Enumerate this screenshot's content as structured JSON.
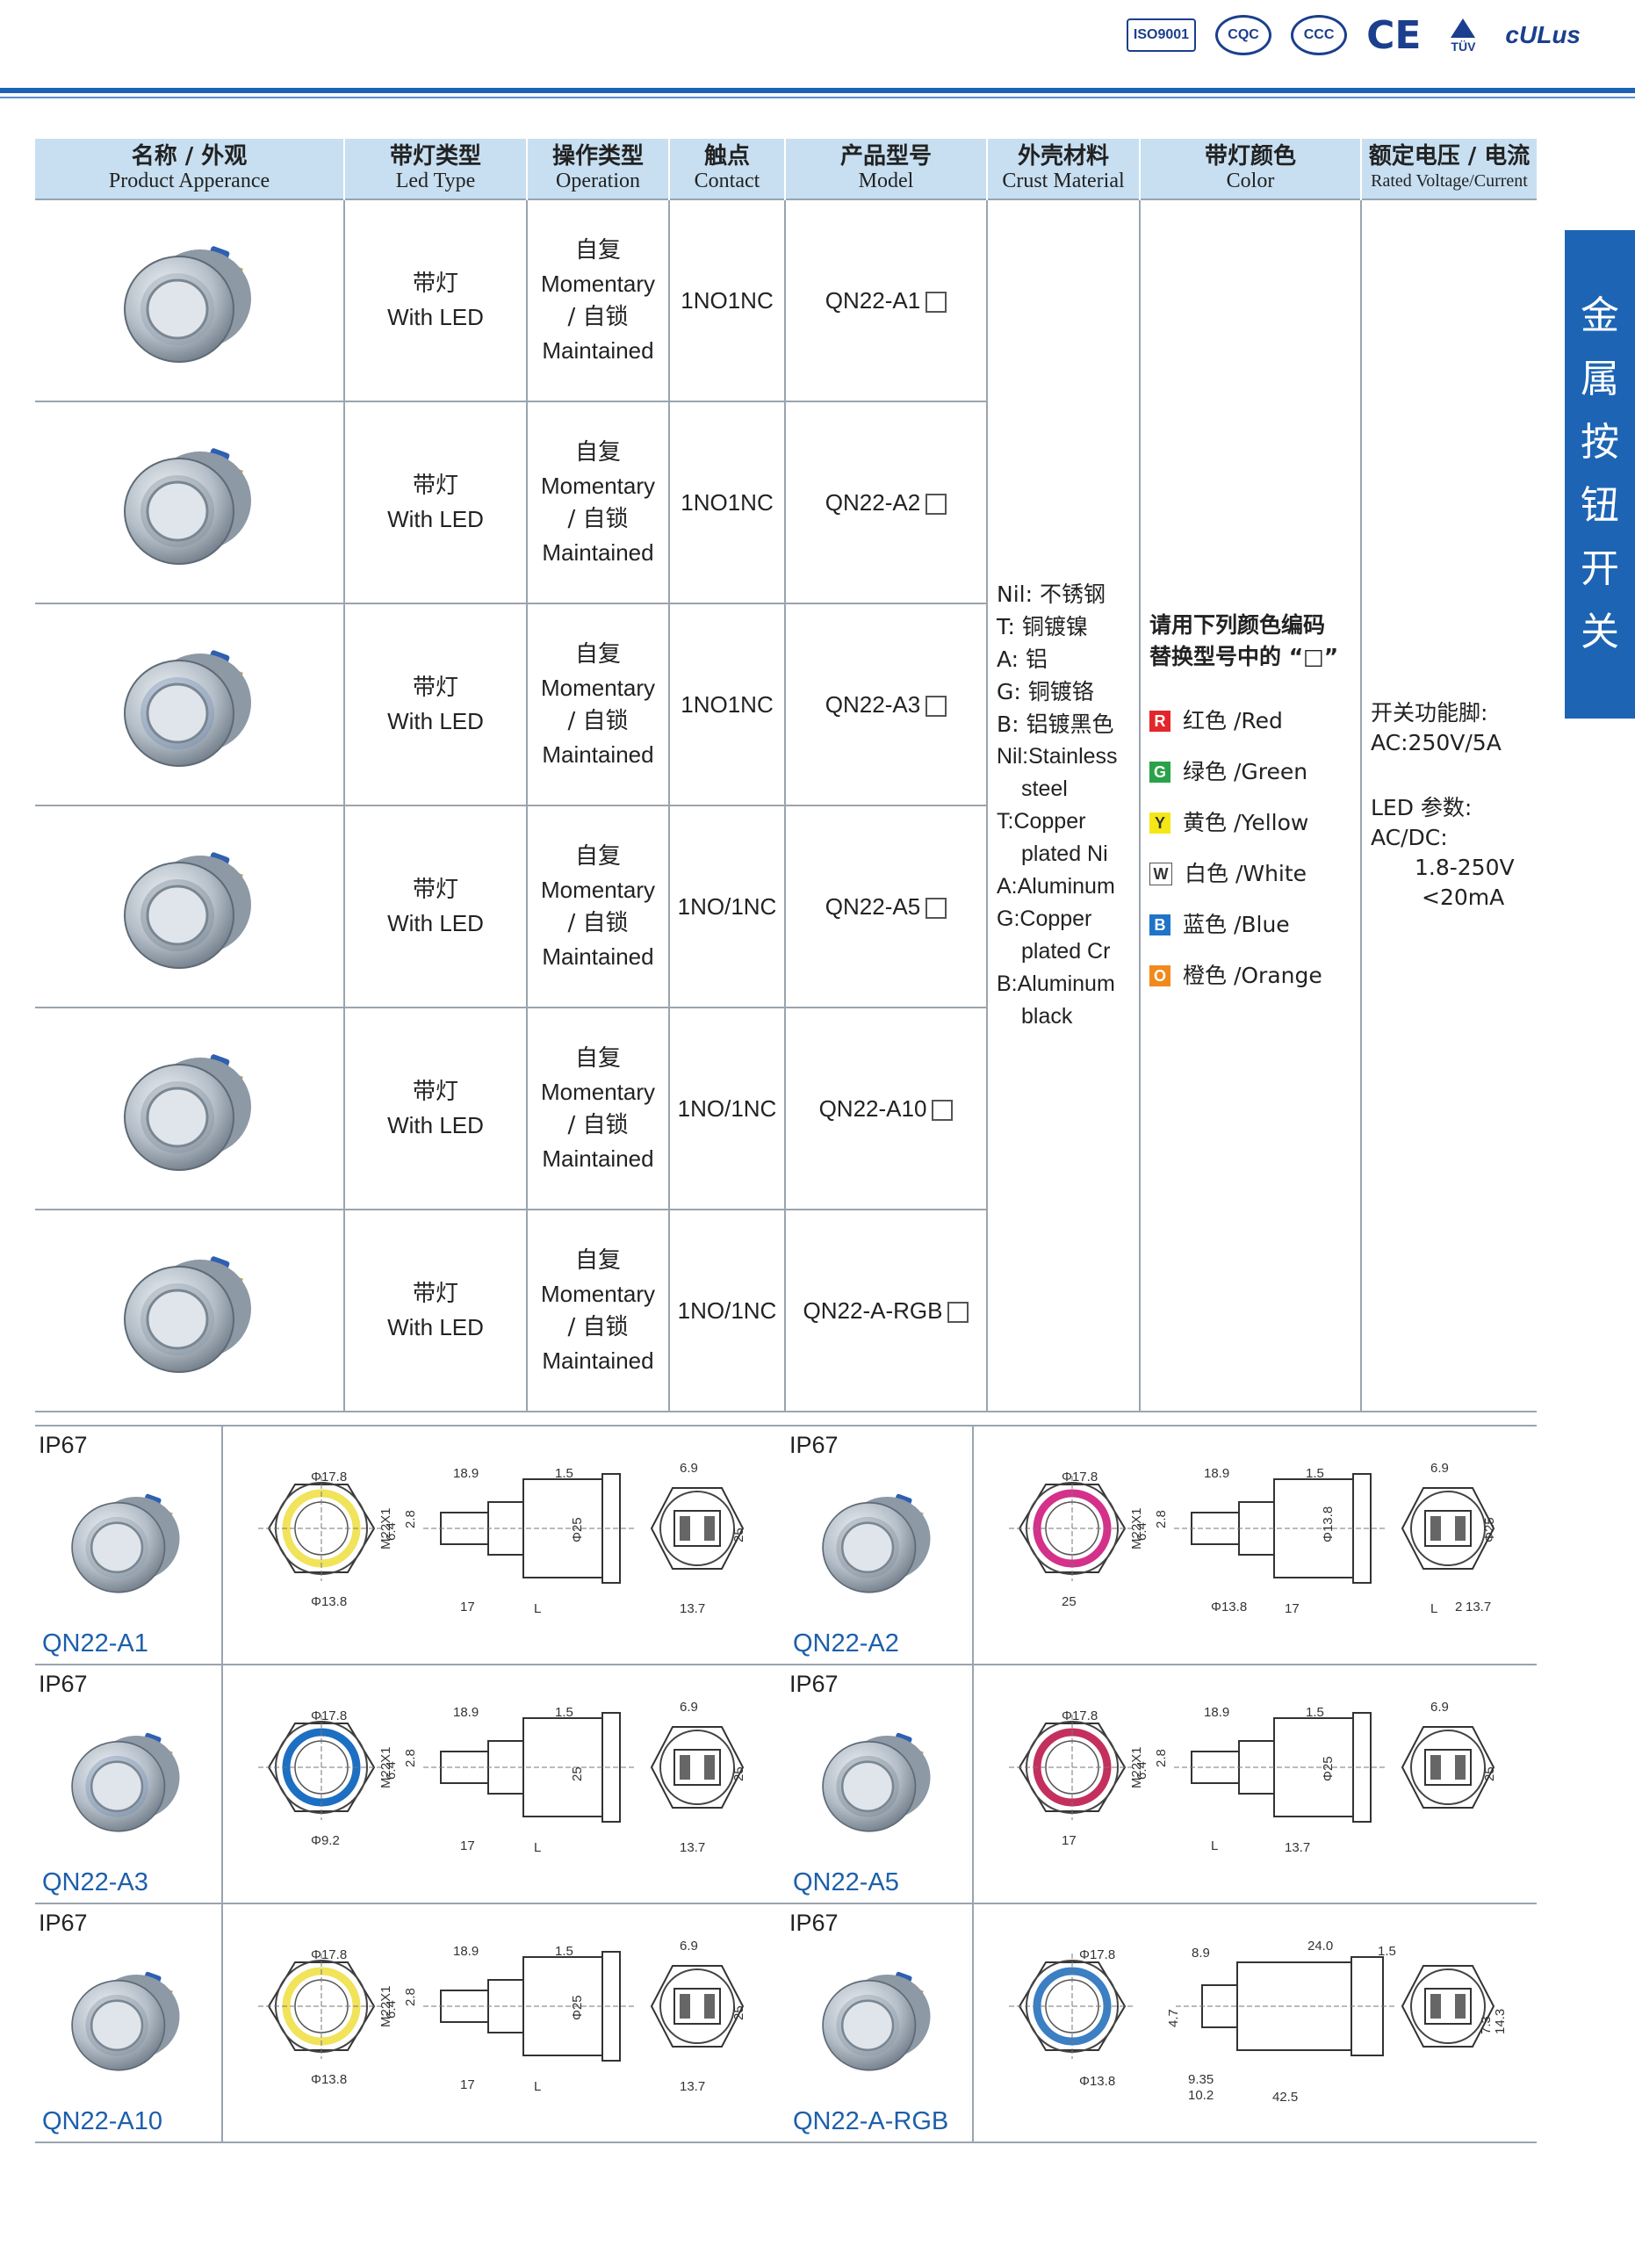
{
  "certifications": [
    {
      "label": "ISO9001",
      "icon": "iso-badge"
    },
    {
      "label": "CQC",
      "icon": "cqc-badge"
    },
    {
      "label": "CCC",
      "icon": "ccc-badge"
    },
    {
      "label": "CE",
      "icon": "ce-mark"
    },
    {
      "label": "TÜV",
      "icon": "tuv-mark"
    },
    {
      "label": "cULus",
      "icon": "ul-mark"
    }
  ],
  "side_tab": [
    "金",
    "属",
    "按",
    "钮",
    "开",
    "关"
  ],
  "table": {
    "headers": [
      {
        "zh": "名称 / 外观",
        "en": "Product Apperance"
      },
      {
        "zh": "带灯类型",
        "en": "Led Type"
      },
      {
        "zh": "操作类型",
        "en": "Operation"
      },
      {
        "zh": "触点",
        "en": "Contact"
      },
      {
        "zh": "产品型号",
        "en": "Model"
      },
      {
        "zh": "外壳材料",
        "en": "Crust Material"
      },
      {
        "zh": "带灯颜色",
        "en": "Color"
      },
      {
        "zh": "额定电压 / 电流",
        "en": "Rated Voltage/Current"
      }
    ],
    "rows": [
      {
        "led_zh": "带灯",
        "led_en": "With LED",
        "op": [
          "自复",
          "Momentary",
          "/ 自锁",
          "Maintained"
        ],
        "contact": "1NO1NC",
        "model": "QN22-A1"
      },
      {
        "led_zh": "带灯",
        "led_en": "With LED",
        "op": [
          "自复",
          "Momentary",
          "/ 自锁",
          "Maintained"
        ],
        "contact": "1NO1NC",
        "model": "QN22-A2"
      },
      {
        "led_zh": "带灯",
        "led_en": "With LED",
        "op": [
          "自复",
          "Momentary",
          "/ 自锁",
          "Maintained"
        ],
        "contact": "1NO1NC",
        "model": "QN22-A3"
      },
      {
        "led_zh": "带灯",
        "led_en": "With LED",
        "op": [
          "自复",
          "Momentary",
          "/ 自锁",
          "Maintained"
        ],
        "contact": "1NO/1NC",
        "model": "QN22-A5"
      },
      {
        "led_zh": "带灯",
        "led_en": "With LED",
        "op": [
          "自复",
          "Momentary",
          "/ 自锁",
          "Maintained"
        ],
        "contact": "1NO/1NC",
        "model": "QN22-A10"
      },
      {
        "led_zh": "带灯",
        "led_en": "With LED",
        "op": [
          "自复",
          "Momentary",
          "/ 自锁",
          "Maintained"
        ],
        "contact": "1NO/1NC",
        "model": "QN22-A-RGB"
      }
    ],
    "material": [
      "Nil: 不锈钢",
      "T: 铜镀镍",
      "A: 铝",
      "G: 铜镀铬",
      "B: 铝镀黑色",
      "Nil:Stainless",
      "steel",
      "T:Copper",
      "plated Ni",
      "A:Aluminum",
      "G:Copper",
      "plated Cr",
      "B:Aluminum",
      "black"
    ],
    "color_note": [
      "请用下列颜色编码",
      "替换型号中的 “□”"
    ],
    "colors": [
      {
        "code": "R",
        "label": "红色 /Red",
        "hex": "#e3262b"
      },
      {
        "code": "G",
        "label": "绿色 /Green",
        "hex": "#2aa24a"
      },
      {
        "code": "Y",
        "label": "黄色 /Yellow",
        "hex": "#f5e617"
      },
      {
        "code": "W",
        "label": "白色 /White",
        "hex": "#ffffff"
      },
      {
        "code": "B",
        "label": "蓝色 /Blue",
        "hex": "#1f74c8"
      },
      {
        "code": "O",
        "label": "橙色 /Orange",
        "hex": "#f08a1c"
      }
    ],
    "voltage": [
      "开关功能脚:",
      "AC:250V/5A",
      "LED 参数:",
      "AC/DC:",
      "1.8-250V",
      "<20mA"
    ]
  },
  "drawings": [
    {
      "ip": "IP67",
      "model": "QN22-A1",
      "ring": "#f1e35a",
      "dims": [
        "Φ17.8",
        "18.9",
        "1.5",
        "6.9",
        "M22X1",
        "2.8",
        "6.4",
        "Φ25",
        "25",
        "Φ13.8",
        "17",
        "L",
        "13.7"
      ]
    },
    {
      "ip": "IP67",
      "model": "QN22-A2",
      "ring": "#d4318a",
      "dims": [
        "Φ17.8",
        "18.9",
        "1.5",
        "6.9",
        "M22X1",
        "2.8",
        "6.4",
        "Φ13.8",
        "Φ25",
        "25",
        "Φ13.8",
        "17",
        "L",
        "2",
        "13.7"
      ]
    },
    {
      "ip": "IP67",
      "model": "QN22-A3",
      "ring": "#1d6fc2",
      "dims": [
        "Φ17.8",
        "18.9",
        "1.5",
        "6.9",
        "M22X1",
        "2.8",
        "6.4",
        "25",
        "25",
        "Φ9.2",
        "17",
        "L",
        "13.7"
      ]
    },
    {
      "ip": "IP67",
      "model": "QN22-A5",
      "ring": "#c4305e",
      "dims": [
        "Φ17.8",
        "18.9",
        "1.5",
        "6.9",
        "M22X1",
        "2.8",
        "6.4",
        "Φ25",
        "25",
        "17",
        "L",
        "13.7"
      ]
    },
    {
      "ip": "IP67",
      "model": "QN22-A10",
      "ring": "#f1e35a",
      "dims": [
        "Φ17.8",
        "18.9",
        "1.5",
        "6.9",
        "M22X1",
        "2.8",
        "6.4",
        "Φ25",
        "25",
        "Φ13.8",
        "17",
        "L",
        "13.7"
      ]
    },
    {
      "ip": "IP67",
      "model": "QN22-A-RGB",
      "ring": "#3c7fc3",
      "dims": [
        "Φ17.8",
        "8.9",
        "24.0",
        "1.5",
        "4.7",
        "Φ13.8",
        "9.35",
        "10.2",
        "42.5",
        "7.3",
        "14.3"
      ]
    }
  ]
}
